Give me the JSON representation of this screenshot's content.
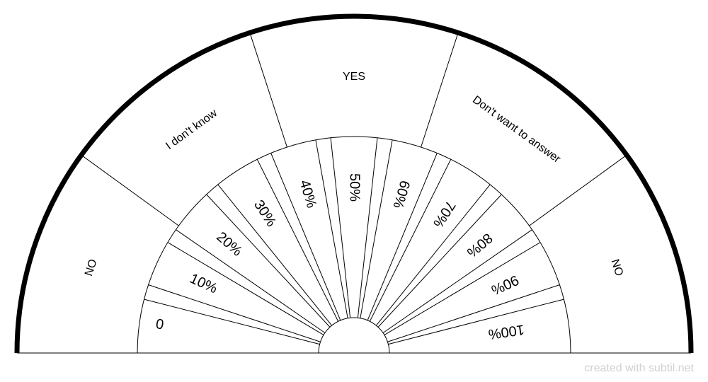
{
  "outer_sectors": [
    {
      "label": "NO",
      "span": 1
    },
    {
      "label": "I don't know",
      "span": 1
    },
    {
      "label": "YES",
      "span": 1
    },
    {
      "label": "Don't want to answer",
      "span": 1
    },
    {
      "label": "NO",
      "span": 1
    }
  ],
  "inner_sectors": [
    {
      "label": "0"
    },
    {
      "label": "10%"
    },
    {
      "label": "20%"
    },
    {
      "label": "30%"
    },
    {
      "label": "40%"
    },
    {
      "label": "50%"
    },
    {
      "label": "60%"
    },
    {
      "label": "70%"
    },
    {
      "label": "80%"
    },
    {
      "label": "90%"
    },
    {
      "label": "100%"
    }
  ],
  "credit": "created with subtil.net",
  "colors": {
    "stroke": "#000000",
    "credit": "#d0d0d0",
    "background": "#ffffff"
  }
}
